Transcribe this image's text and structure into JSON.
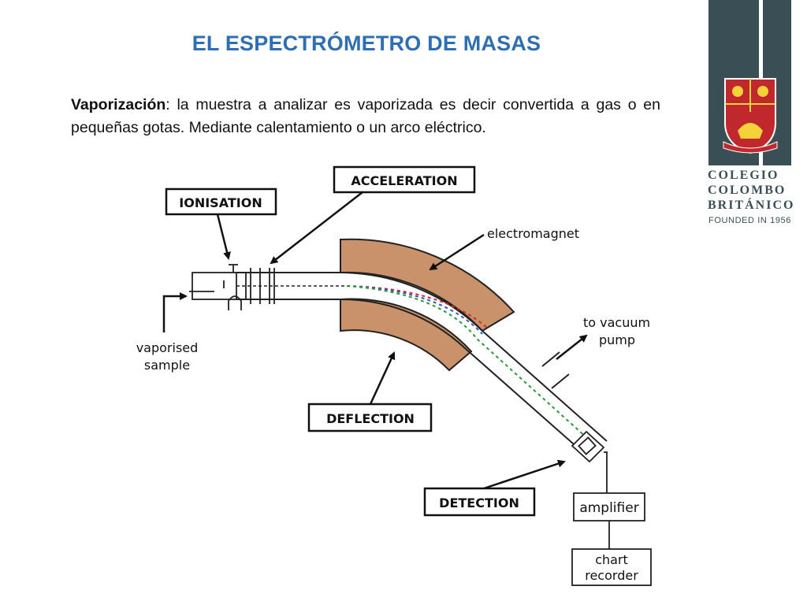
{
  "slide": {
    "title": "EL ESPECTRÓMETRO DE MASAS",
    "paragraph_term": "Vaporización",
    "paragraph_body": ": la muestra a analizar es vaporizada es decir convertida a gas o en pequeñas gotas. Mediante calentamiento o un arco eléctrico."
  },
  "brand": {
    "line1": "COLEGIO",
    "line2": "COLOMBO",
    "line3": "BRITÁNICO",
    "founded": "FOUNDED IN 1956",
    "primary_color": "#3a4f55",
    "crest_color": "#c0282d"
  },
  "diagram": {
    "labels": {
      "ionisation": "IONISATION",
      "acceleration": "ACCELERATION",
      "deflection": "DEFLECTION",
      "detection": "DETECTION",
      "electromagnet": "electromagnet",
      "vacuum_line1": "to vacuum",
      "vacuum_line2": "pump",
      "sample_line1": "vaporised",
      "sample_line2": "sample",
      "amplifier": "amplifier",
      "recorder_line1": "chart",
      "recorder_line2": "recorder"
    },
    "colors": {
      "magnet": "#c9926a",
      "beam_red": "#d22b2b",
      "beam_blue": "#3355bb",
      "beam_green": "#2a9a3a"
    }
  }
}
